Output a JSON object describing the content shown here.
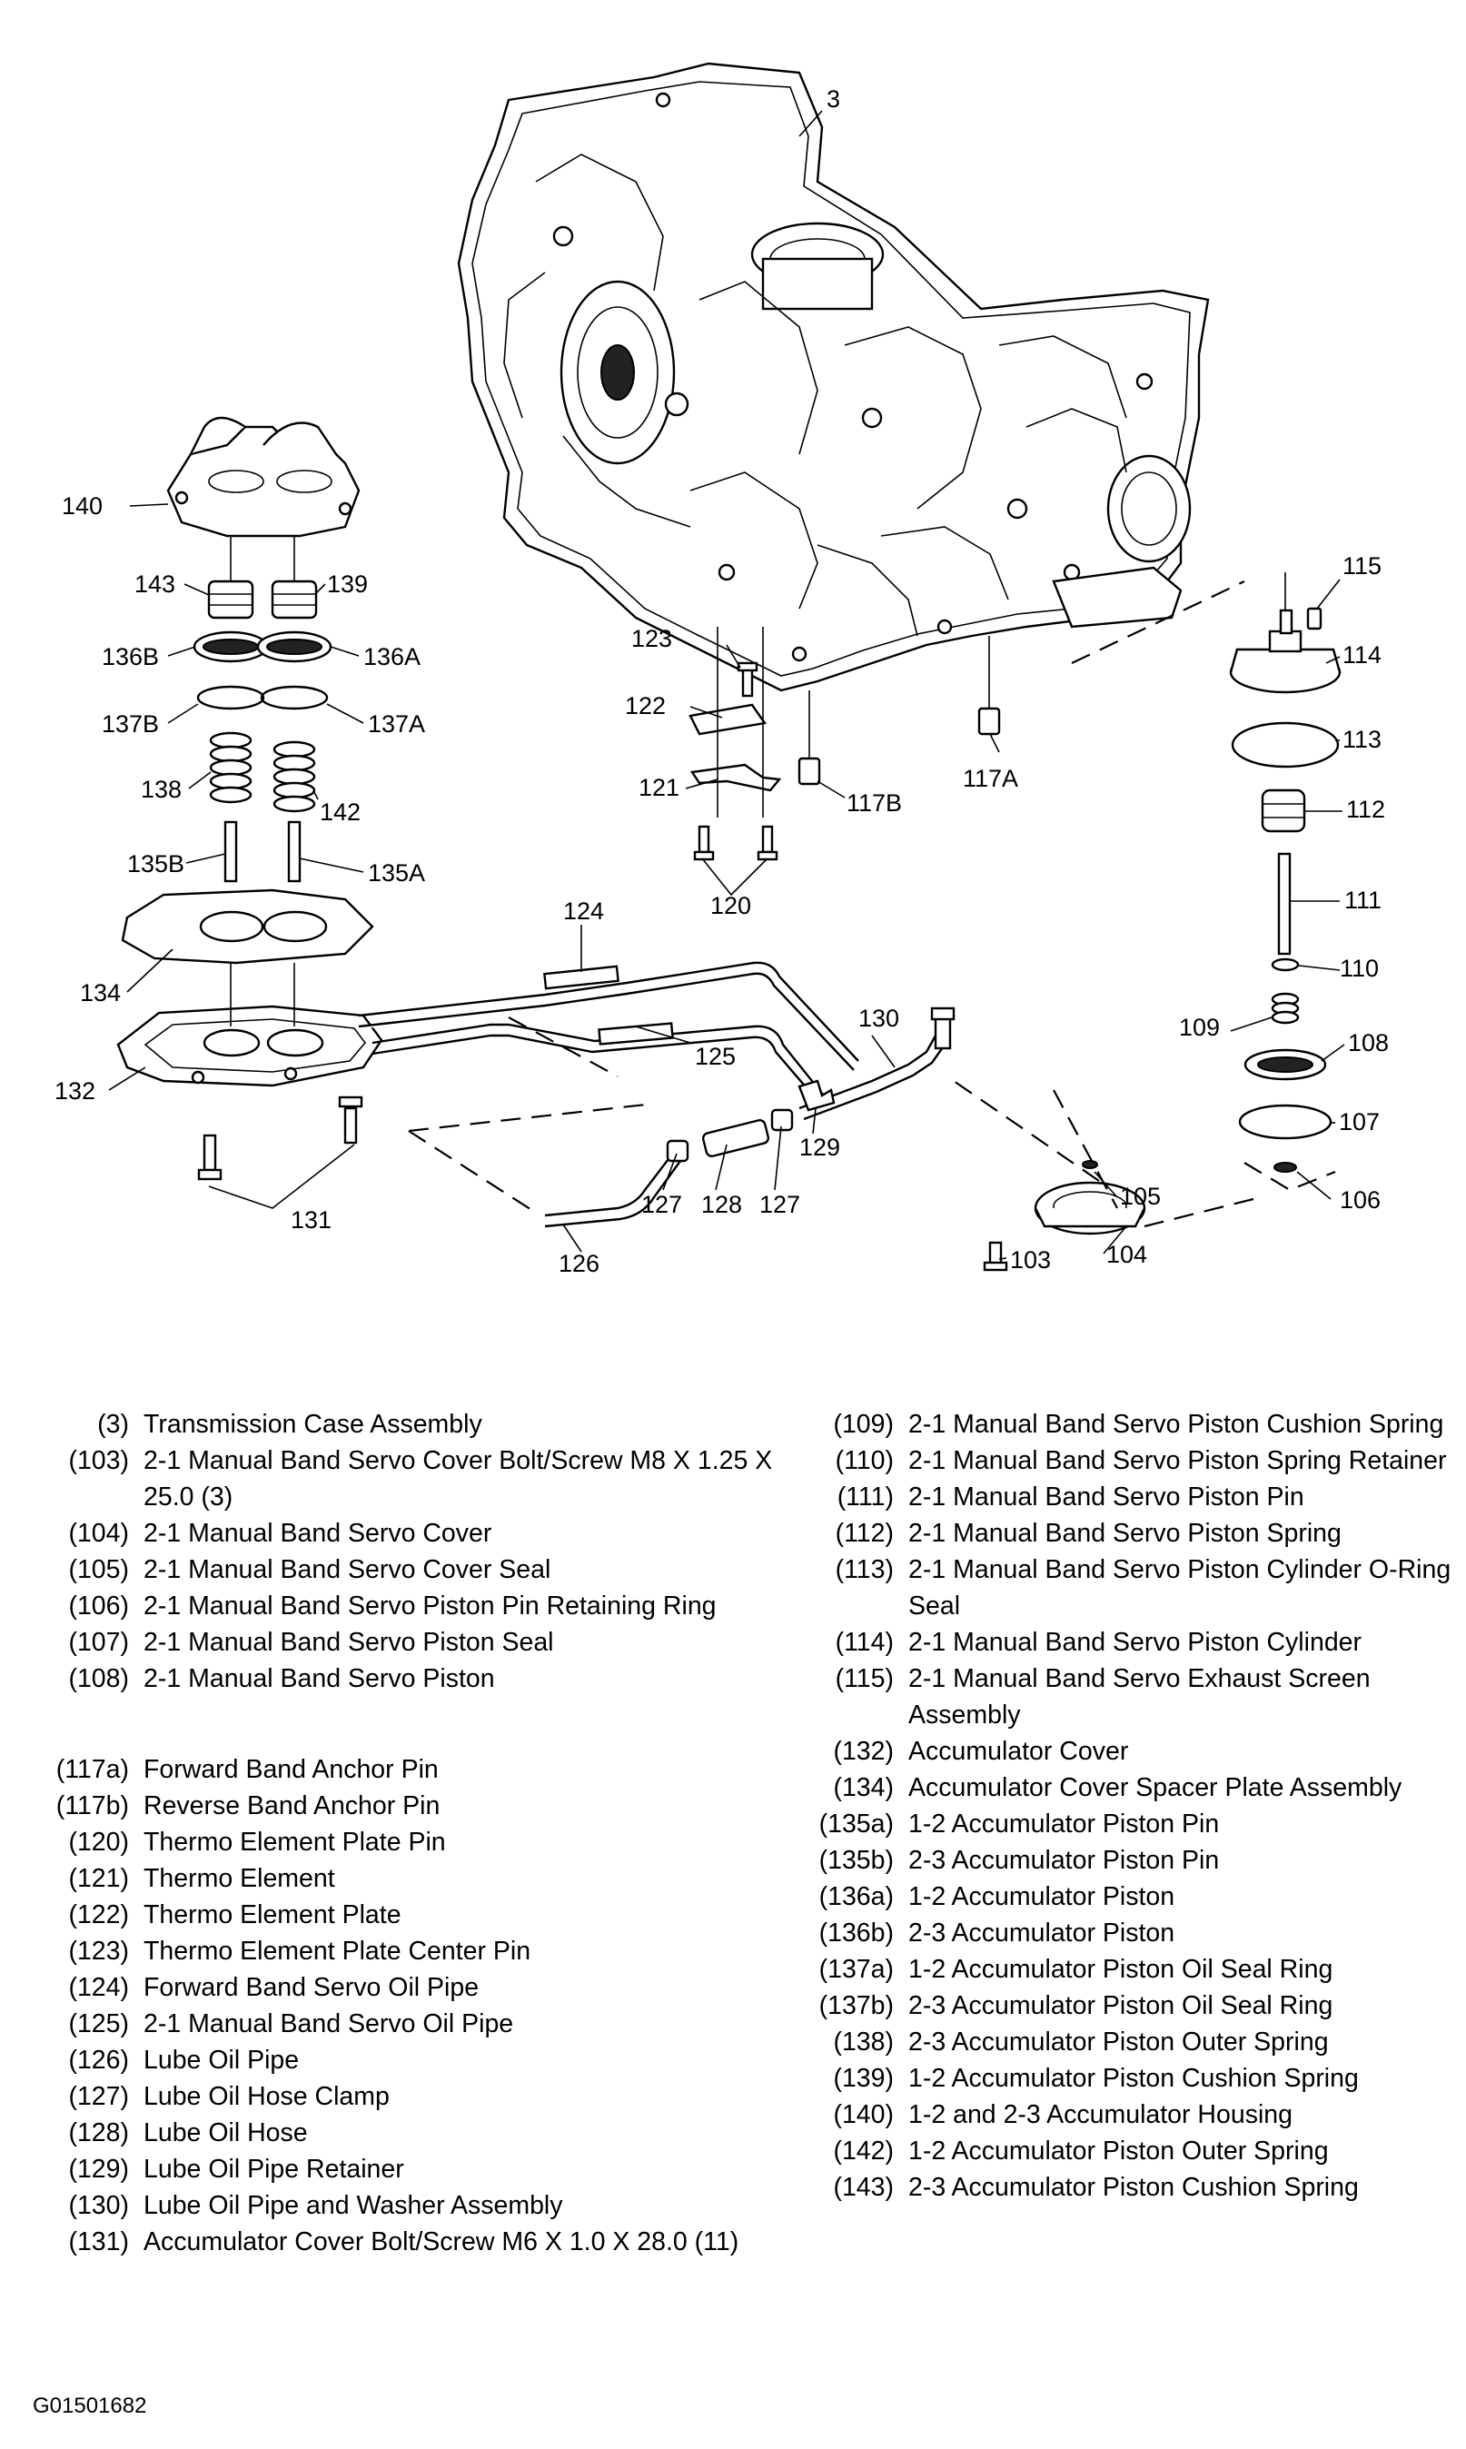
{
  "callouts": {
    "c3": "3",
    "c140": "140",
    "c143": "143",
    "c139": "139",
    "c136B": "136B",
    "c136A": "136A",
    "c137B": "137B",
    "c137A": "137A",
    "c138": "138",
    "c142": "142",
    "c135B": "135B",
    "c135A": "135A",
    "c134": "134",
    "c132": "132",
    "c131": "131",
    "c124": "124",
    "c125": "125",
    "c126": "126",
    "c127a": "127",
    "c127b": "127",
    "c128": "128",
    "c129": "129",
    "c130": "130",
    "c123": "123",
    "c122": "122",
    "c121": "121",
    "c120": "120",
    "c117B": "117B",
    "c117A": "117A",
    "c115": "115",
    "c114": "114",
    "c113": "113",
    "c112": "112",
    "c111": "111",
    "c110": "110",
    "c109": "109",
    "c108": "108",
    "c107": "107",
    "c106": "106",
    "c105": "105",
    "c104": "104",
    "c103": "103"
  },
  "legend_left_top": [
    {
      "num": "(3)",
      "desc": "Transmission Case Assembly"
    },
    {
      "num": "(103)",
      "desc": "2-1 Manual Band Servo Cover Bolt/Screw M8 X 1.25 X 25.0 (3)"
    },
    {
      "num": "(104)",
      "desc": "2-1 Manual Band Servo Cover"
    },
    {
      "num": "(105)",
      "desc": "2-1 Manual Band Servo Cover Seal"
    },
    {
      "num": "(106)",
      "desc": "2-1 Manual Band Servo Piston Pin Retaining Ring"
    },
    {
      "num": "(107)",
      "desc": "2-1 Manual Band Servo Piston Seal"
    },
    {
      "num": "(108)",
      "desc": "2-1 Manual Band Servo Piston"
    }
  ],
  "legend_left_bottom": [
    {
      "num": "(117a)",
      "desc": "Forward Band Anchor Pin"
    },
    {
      "num": "(117b)",
      "desc": "Reverse Band Anchor Pin"
    },
    {
      "num": "(120)",
      "desc": "Thermo Element Plate Pin"
    },
    {
      "num": "(121)",
      "desc": "Thermo Element"
    },
    {
      "num": "(122)",
      "desc": "Thermo Element Plate"
    },
    {
      "num": "(123)",
      "desc": "Thermo Element Plate Center Pin"
    },
    {
      "num": "(124)",
      "desc": "Forward Band Servo Oil Pipe"
    },
    {
      "num": "(125)",
      "desc": "2-1 Manual Band Servo Oil Pipe"
    },
    {
      "num": "(126)",
      "desc": "Lube Oil Pipe"
    },
    {
      "num": "(127)",
      "desc": "Lube Oil Hose Clamp"
    },
    {
      "num": "(128)",
      "desc": "Lube Oil Hose"
    },
    {
      "num": "(129)",
      "desc": "Lube Oil Pipe Retainer"
    },
    {
      "num": "(130)",
      "desc": "Lube Oil Pipe and Washer Assembly"
    },
    {
      "num": "(131)",
      "desc": "Accumulator Cover Bolt/Screw M6 X 1.0 X 28.0 (11)"
    }
  ],
  "legend_right": [
    {
      "num": "(109)",
      "desc": "2-1 Manual Band Servo Piston Cushion Spring"
    },
    {
      "num": "(110)",
      "desc": "2-1 Manual Band Servo Piston Spring Retainer"
    },
    {
      "num": "(111)",
      "desc": "2-1 Manual Band Servo Piston Pin"
    },
    {
      "num": "(112)",
      "desc": "2-1 Manual Band Servo Piston Spring"
    },
    {
      "num": "(113)",
      "desc": "2-1 Manual Band Servo Piston Cylinder O-Ring Seal"
    },
    {
      "num": "(114)",
      "desc": "2-1 Manual Band Servo Piston Cylinder"
    },
    {
      "num": "(115)",
      "desc": "2-1 Manual Band Servo Exhaust Screen Assembly"
    },
    {
      "num": "(132)",
      "desc": "Accumulator Cover"
    },
    {
      "num": "(134)",
      "desc": "Accumulator Cover Spacer Plate Assembly"
    },
    {
      "num": "(135a)",
      "desc": "1-2 Accumulator Piston Pin"
    },
    {
      "num": "(135b)",
      "desc": "2-3 Accumulator Piston Pin"
    },
    {
      "num": "(136a)",
      "desc": "1-2 Accumulator Piston"
    },
    {
      "num": "(136b)",
      "desc": "2-3 Accumulator Piston"
    },
    {
      "num": "(137a)",
      "desc": "1-2 Accumulator Piston Oil Seal Ring"
    },
    {
      "num": "(137b)",
      "desc": "2-3 Accumulator Piston Oil Seal Ring"
    },
    {
      "num": "(138)",
      "desc": "2-3 Accumulator Piston Outer Spring"
    },
    {
      "num": "(139)",
      "desc": "1-2 Accumulator Piston Cushion Spring"
    },
    {
      "num": "(140)",
      "desc": "1-2 and 2-3 Accumulator Housing"
    },
    {
      "num": "(142)",
      "desc": "1-2 Accumulator Piston Outer Spring"
    },
    {
      "num": "(143)",
      "desc": "2-3 Accumulator Piston Cushion Spring"
    }
  ],
  "figure_id": "G01501682"
}
